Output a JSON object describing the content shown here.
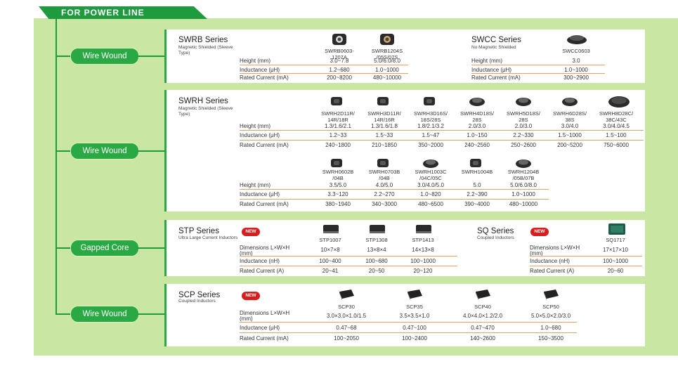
{
  "header": {
    "title": "FOR POWER LINE"
  },
  "groups": [
    {
      "label": "Wire Wound"
    },
    {
      "label": "Wire Wound"
    },
    {
      "label": "Gapped Core"
    },
    {
      "label": "Wire Wound"
    }
  ],
  "swrb": {
    "title": "SWRB Series",
    "sub": "Magnetic Shielded (Sleeve Type)",
    "rows": [
      "Height (mm)",
      "Inductance (μH)",
      "Rated Current (mA)"
    ],
    "parts": [
      {
        "name": "SWRB0603-\n1207A",
        "vals": [
          "3.0~7.8",
          "1.2~680",
          "200~8200"
        ]
      },
      {
        "name": "SWRB1204S\n/05S/07S",
        "vals": [
          "5.0/6.0/8.0",
          "1.0~1000",
          "480~10000"
        ]
      }
    ]
  },
  "swcc": {
    "title": "SWCC Series",
    "sub": "No Magnetic Shielded",
    "rows": [
      "Height (mm)",
      "Inductance (μH)",
      "Rated Current (mA)"
    ],
    "parts": [
      {
        "name": "SWCC0603",
        "vals": [
          "3.0",
          "1.0~1000",
          "300~2900"
        ]
      }
    ]
  },
  "swrh": {
    "title": "SWRH Series",
    "sub": "Magnetic Shielded (Sleeve Type)",
    "rows": [
      "Height (mm)",
      "Inductance (μH)",
      "Rated Current (mA)"
    ],
    "parts_top": [
      {
        "name": "SWRH2D11R/\n14R/18R",
        "vals": [
          "1.3/1.6/2.1",
          "1.2~33",
          "240~1800"
        ]
      },
      {
        "name": "SWRH3D11R/\n14R/16R",
        "vals": [
          "1.3/1.6/1.8",
          "1.5~33",
          "210~1850"
        ]
      },
      {
        "name": "SWRH3D16S/\n18S/28S",
        "vals": [
          "1.8/2.1/3.2",
          "1.5~47",
          "350~2000"
        ]
      },
      {
        "name": "SWRH4D18S/\n28S",
        "vals": [
          "2.0/3.0",
          "1.0~150",
          "240~2560"
        ]
      },
      {
        "name": "SWRH5D18S/\n28S",
        "vals": [
          "2.0/3.0",
          "2.2~330",
          "250~2600"
        ]
      },
      {
        "name": "SWRH6D28S/\n38S",
        "vals": [
          "3.0/4.0",
          "1.5~1000",
          "200~5200"
        ]
      },
      {
        "name": "SWRH8D28C/\n38C/43C",
        "vals": [
          "3.0/4.0/4.5",
          "1.5~100",
          "750~6000"
        ]
      }
    ],
    "parts_bottom": [
      {
        "name": "SWRH0602B\n/04B",
        "vals": [
          "3.5/5.0",
          "3.3~120",
          "380~1940"
        ]
      },
      {
        "name": "SWRH0703B\n/04B",
        "vals": [
          "4.0/5.0",
          "2.2~270",
          "340~3000"
        ]
      },
      {
        "name": "SWRH1003C\n/04C/05C",
        "vals": [
          "3.0/4.0/5.0",
          "1.0~820",
          "480~6500"
        ]
      },
      {
        "name": "SWRH1004B",
        "vals": [
          "5.0",
          "2.2~390",
          "390~4000"
        ]
      },
      {
        "name": "SWRH1204B\n/05B/07B",
        "vals": [
          "5.0/6.0/8.0",
          "1.0~1000",
          "480~10000"
        ]
      }
    ]
  },
  "stp": {
    "title": "STP Series",
    "sub": "Ultra Large Current Inductors",
    "badge": "NEW",
    "rows": [
      "Dimensions L×W×H (mm)",
      "Inductance (nH)",
      "Rated Current (A)"
    ],
    "parts": [
      {
        "name": "STP1007",
        "vals": [
          "10×7×8",
          "100~400",
          "20~41"
        ]
      },
      {
        "name": "STP1308",
        "vals": [
          "13×8×4",
          "100~680",
          "20~50"
        ]
      },
      {
        "name": "STP1413",
        "vals": [
          "14×13×8",
          "100~1000",
          "20~120"
        ]
      }
    ]
  },
  "sq": {
    "title": "SQ Series",
    "sub": "Coupled Inductors",
    "badge": "NEW",
    "rows": [
      "Dimensions L×W×H (mm)",
      "Inductance (nH)",
      "Rated Current (A)"
    ],
    "parts": [
      {
        "name": "SQ1717",
        "vals": [
          "17×17×10",
          "100~1000",
          "20~60"
        ]
      }
    ]
  },
  "scp": {
    "title": "SCP Series",
    "sub": "Coupled Inductors",
    "badge": "NEW",
    "rows": [
      "Dimensions L×W×H (mm)",
      "Inductance (μH)",
      "Rated Current (mA)"
    ],
    "parts": [
      {
        "name": "SCP30",
        "vals": [
          "3.0×3.0×1.0/1.5",
          "0.47~68",
          "100~2050"
        ]
      },
      {
        "name": "SCP35",
        "vals": [
          "3.5×3.5×1.0",
          "0.47~100",
          "100~2400"
        ]
      },
      {
        "name": "SCP40",
        "vals": [
          "4.0×4.0×1.2/2.0",
          "0.47~470",
          "140~2600"
        ]
      },
      {
        "name": "SCP50",
        "vals": [
          "5.0×5.0×2.0/3.0",
          "1.0~680",
          "150~3500"
        ]
      }
    ]
  },
  "colors": {
    "green": "#2aa843",
    "dark_green": "#1e9a3f",
    "light_green": "#c9e7a3",
    "rule": "#e2a36b",
    "badge": "#d61e1e"
  }
}
